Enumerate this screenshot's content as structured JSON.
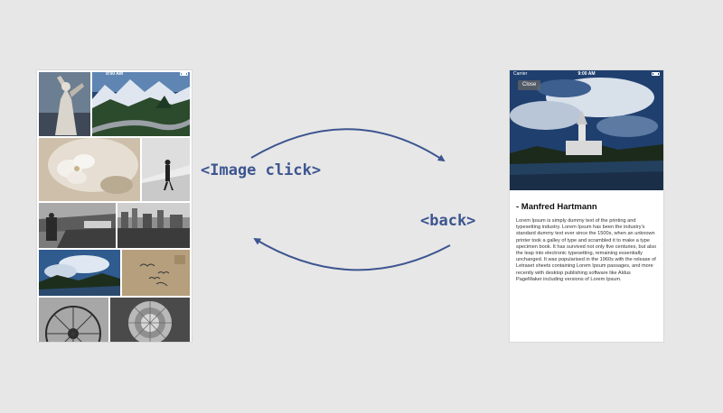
{
  "grid_screen": {
    "status": {
      "carrier": "",
      "time": "9:00 AM"
    },
    "tiles": [
      {
        "name": "statue-photo"
      },
      {
        "name": "mountain-road-photo"
      },
      {
        "name": "flower-photo"
      },
      {
        "name": "walking-figure-photo"
      },
      {
        "name": "street-photo"
      },
      {
        "name": "cityscape-photo"
      },
      {
        "name": "sky-landscape-photo"
      },
      {
        "name": "bird-sketch-photo"
      },
      {
        "name": "ferris-wheel-photo"
      },
      {
        "name": "dome-ceiling-photo"
      }
    ]
  },
  "transitions": {
    "forward_label": "<Image click>",
    "back_label": "<back>"
  },
  "detail_screen": {
    "status": {
      "carrier": "Carrier",
      "time": "9:00 AM"
    },
    "close_label": "Close",
    "author": "- Manfred Hartmann",
    "description": "Lorem Ipsum is simply dummy text of the printing and typesetting industry. Lorem Ipsum has been the industry's standard dummy text ever since the 1500s, when an unknown printer took a galley of type and scrambled it to make a type specimen book. It has survived not only five centuries, but also the leap into electronic typesetting, remaining essentially unchanged. It was popularised in the 1960s with the release of Letraset sheets containing Lorem Ipsum passages, and more recently with desktop publishing software like Aldus PageMaker including versions of Lorem Ipsum."
  },
  "colors": {
    "background": "#e7e7e7",
    "accent": "#3d5590",
    "screen": "#ffffff"
  }
}
